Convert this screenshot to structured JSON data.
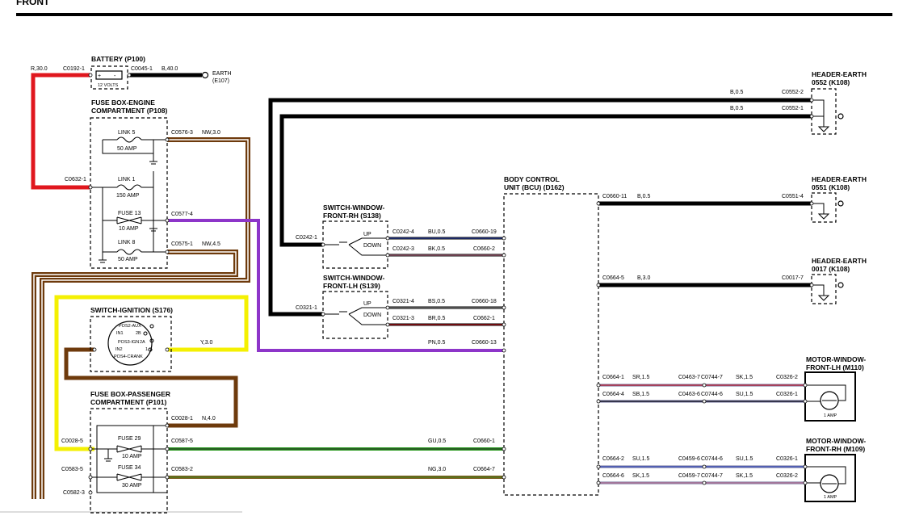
{
  "page": {
    "header": "FRONT"
  },
  "colors": {
    "red": "#e0171e",
    "black": "#000000",
    "brown": "#6e3a0c",
    "brown_white": "#8a5a2a",
    "purple": "#8d35c9",
    "yellow": "#f4f002",
    "green": "#2c9a22",
    "grey": "#9a9a9a",
    "blue": "#3752c9",
    "pink": "#d8809b",
    "slate": "#6d6d9a",
    "ng": "#7a5a1a"
  },
  "components": {
    "battery": {
      "title": "BATTERY (P100)",
      "voltage": "12 VOLTS",
      "plus": "+",
      "minus": "-"
    },
    "earth_e107": {
      "title": "EARTH",
      "sub": "(E107)"
    },
    "fuse_engine": {
      "title1": "FUSE BOX-ENGINE",
      "title2": "COMPARTMENT (P108)",
      "link5": "LINK 5",
      "link5_rating": "50 AMP",
      "link1": "LINK 1",
      "link1_rating": "150 AMP",
      "fuse13": "FUSE 13",
      "fuse13_rating": "10 AMP",
      "link8": "LINK 8",
      "link8_rating": "50 AMP"
    },
    "ignition": {
      "title": "SWITCH-IGNITION (S176)",
      "pos2": "POS2-AUX",
      "in1": "IN1",
      "t2b": "2B",
      "pos3": "POS3-IGN",
      "t2a": "2A",
      "in2": "IN2",
      "t1": "1",
      "pos4": "POS4-CRANK"
    },
    "fuse_pass": {
      "title1": "FUSE BOX-PASSENGER",
      "title2": "COMPARTMENT (P101)",
      "fuse29": "FUSE 29",
      "fuse29_rating": "10 AMP",
      "fuse34": "FUSE 34",
      "fuse34_rating": "30 AMP"
    },
    "sw_rh": {
      "title1": "SWITCH-WINDOW-",
      "title2": "FRONT-RH (S138)",
      "up": "UP",
      "down": "DOWN"
    },
    "sw_lh": {
      "title1": "SWITCH-WINDOW-",
      "title2": "FRONT-LH (S139)",
      "up": "UP",
      "down": "DOWN"
    },
    "bcu": {
      "title1": "BODY CONTROL",
      "title2": "UNIT (BCU) (D162)"
    },
    "he_k108_552": {
      "title1": "HEADER-EARTH",
      "title2": "0552 (K108)"
    },
    "he_k108_551": {
      "title1": "HEADER-EARTH",
      "title2": "0551 (K108)"
    },
    "he_k108_0017": {
      "title1": "HEADER-EARTH",
      "title2": "0017 (K108)"
    },
    "motor_lh": {
      "title1": "MOTOR-WINDOW-",
      "title2": "FRONT-LH (M110)",
      "rating": "1 AMP"
    },
    "motor_rh": {
      "title1": "MOTOR-WINDOW-",
      "title2": "FRONT-RH (M109)",
      "rating": "1 AMP"
    }
  },
  "labels": {
    "r30": "R,30.0",
    "c0192": "C0192-1",
    "c0045": "C0045-1",
    "b40": "B,40.0",
    "c0576": "C0576-3",
    "nw30": "NW,3.0",
    "c0632": "C0632-1",
    "c0577": "C0577-4",
    "c0575": "C0575-1",
    "nw45": "NW,4.5",
    "y30": "Y,3.0",
    "c0028_1": "C0028-1",
    "n40": "N,4.0",
    "c0028_5": "C0028-5",
    "c0587": "C0587-5",
    "c0583_5": "C0583-5",
    "c0583_2": "C0583-2",
    "c0582": "C0582-3",
    "c0242_1": "C0242-1",
    "c0242_4": "C0242-4",
    "bu05": "BU,0.5",
    "c0660_19": "C0660-19",
    "c0242_3": "C0242-3",
    "bk05": "BK,0.5",
    "c0660_2": "C0660-2",
    "c0321_1": "C0321-1",
    "c0321_4": "C0321-4",
    "bs05": "BS,0.5",
    "c0660_18": "C0660-18",
    "c0321_3": "C0321-3",
    "br05": "BR,0.5",
    "c0662_1": "C0662-1",
    "pn05": "PN,0.5",
    "c0660_13": "C0660-13",
    "gu05": "GU,0.5",
    "c0660_1": "C0660-1",
    "ng30": "NG,3.0",
    "c0664_7": "C0664-7",
    "b05a": "B,0.5",
    "c0552_2": "C0552-2",
    "b05b": "B,0.5",
    "c0552_1": "C0552-1",
    "c0660_11": "C0660-11",
    "b05c": "B,0.5",
    "c0551_4": "C0551-4",
    "c0664_5": "C0664-5",
    "b30": "B,3.0",
    "c0017_7": "C0017-7",
    "c0664_1": "C0664-1",
    "sr15": "SR,1.5",
    "c0463_7": "C0463-7",
    "c0744_7a": "C0744-7",
    "sk15a": "SK,1.5",
    "c0326_2a": "C0326-2",
    "c0664_4": "C0664-4",
    "sb15": "SB,1.5",
    "c0463_6": "C0463-6",
    "c0744_6a": "C0744-6",
    "su15a": "SU,1.5",
    "c0326_1a": "C0326-1",
    "c0664_2": "C0664-2",
    "su15b": "SU,1.5",
    "c0459_6": "C0459-6",
    "c0744_6b": "C0744-6",
    "su15c": "SU,1.5",
    "c0326_1b": "C0326-1",
    "c0664_6": "C0664-6",
    "sk15b": "SK,1.5",
    "c0459_7": "C0459-7",
    "c0744_7b": "C0744-7",
    "sk15c": "SK,1.5",
    "c0326_2b": "C0326-2"
  }
}
